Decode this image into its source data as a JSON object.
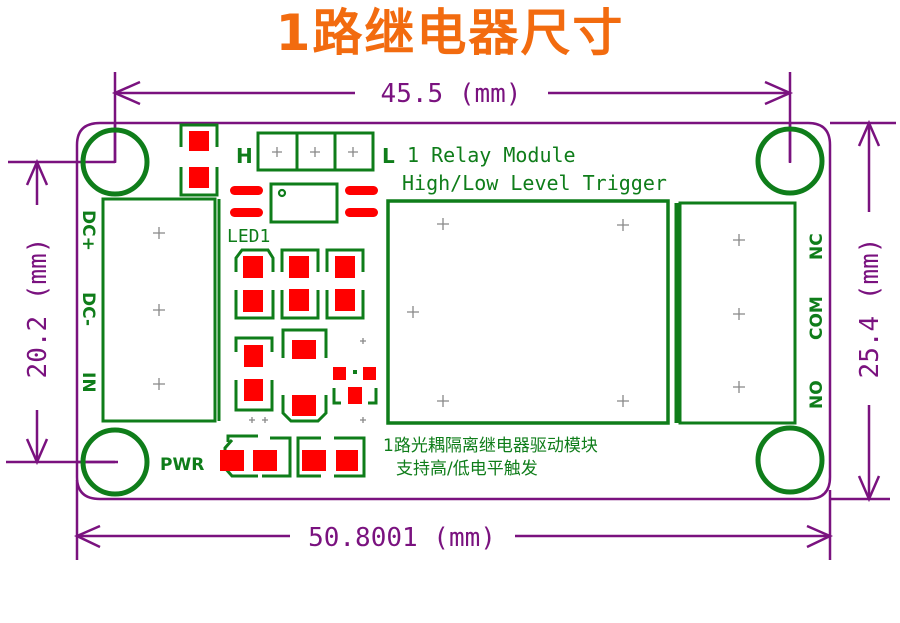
{
  "title": "1路继电器尺寸",
  "colors": {
    "title": "#f26b0f",
    "dimension": "#7a127f",
    "silkscreen": "#0f7d1a",
    "pad": "#ff0000"
  },
  "dimensions": {
    "top_width": "45.5 (mm)",
    "bottom_width": "50.8001 (mm)",
    "left_height": "20.2 (mm)",
    "right_height": "25.4 (mm)"
  },
  "silkscreen": {
    "jumper_high": "H",
    "jumper_low": "L",
    "module_name": "1 Relay Module",
    "trigger_desc": "High/Low Level Trigger",
    "led_label": "LED1",
    "power_label": "PWR",
    "input_pins": [
      "DC+",
      "DC-",
      "IN"
    ],
    "output_pins": [
      "NC",
      "COM",
      "NO"
    ],
    "cn_line1": "1路光耦隔离继电器驱动模块",
    "cn_line2": "支持高/低电平触发"
  }
}
